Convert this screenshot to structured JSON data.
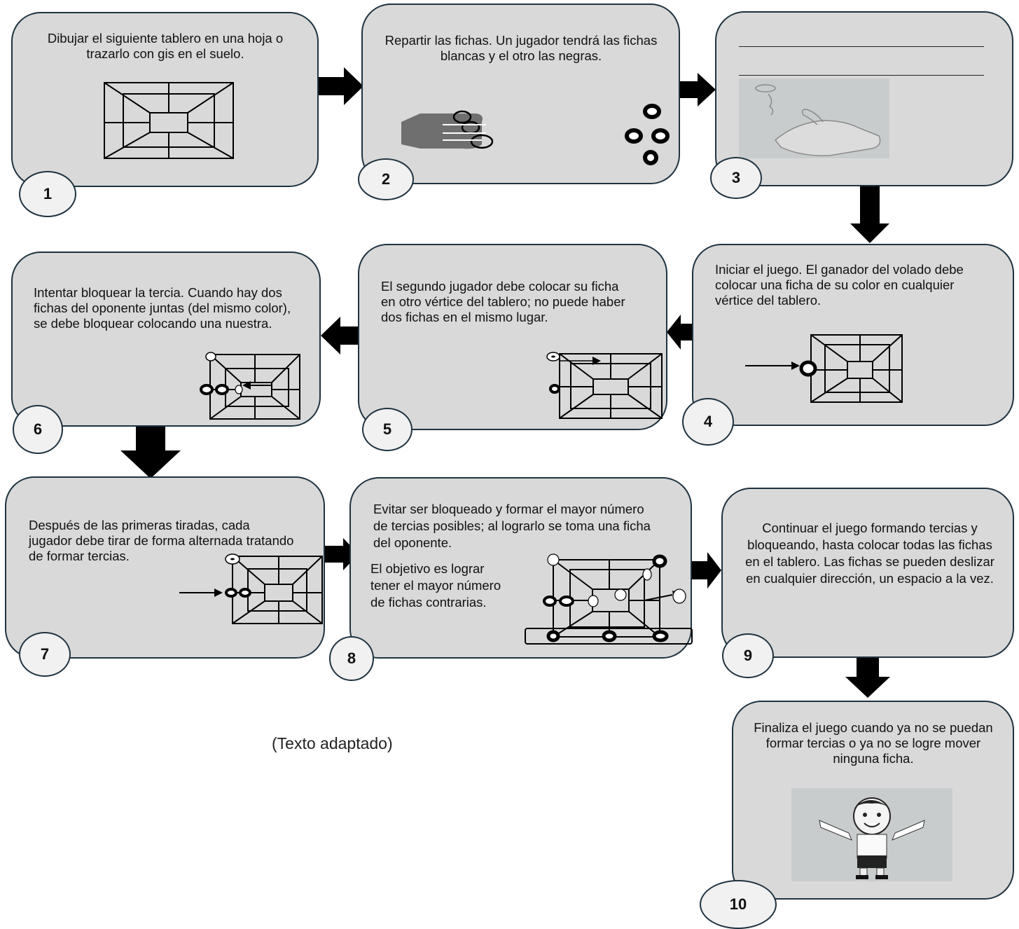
{
  "steps": [
    {
      "number": "1",
      "text": "Dibujar el siguiente tablero en una hoja o trazarlo con gis en el suelo."
    },
    {
      "number": "2",
      "text": "Repartir las fichas. Un jugador tendrá las fichas blancas y el otro las negras."
    },
    {
      "number": "3",
      "text": ""
    },
    {
      "number": "4",
      "text": "Iniciar el juego. El ganador del volado debe colocar una ficha de su color en cualquier vértice del tablero."
    },
    {
      "number": "5",
      "text": "El segundo jugador debe colocar su ficha en otro vértice del tablero; no puede haber dos fichas en el mismo lugar."
    },
    {
      "number": "6",
      "text": "Intentar bloquear la tercia. Cuando hay dos fichas del oponente juntas (del mismo color), se debe bloquear colocando una nuestra."
    },
    {
      "number": "7",
      "text": "Después de las primeras tiradas, cada jugador debe tirar de forma alternada tratando de formar tercias."
    },
    {
      "number": "8",
      "text": "Evitar ser bloqueado y formar el mayor número de tercias posibles; al lograrlo se toma una ficha del oponente.",
      "note": "El objetivo es lograr tener el mayor número de fichas contrarias."
    },
    {
      "number": "9",
      "text": "Continuar el juego formando tercias y bloqueando, hasta colocar todas las fichas en el tablero. Las fichas se pueden deslizar en cualquier dirección, un espacio a la vez."
    },
    {
      "number": "10",
      "text": "Finaliza el juego cuando ya no se puedan formar tercias o ya no se logre mover ninguna ficha."
    }
  ],
  "source_note": "(Texto adaptado)",
  "colors": {
    "box_fill": "#d9d9d9",
    "box_border": "#1f3340",
    "badge_fill": "#f1f1f1",
    "arrow": "#000000"
  }
}
